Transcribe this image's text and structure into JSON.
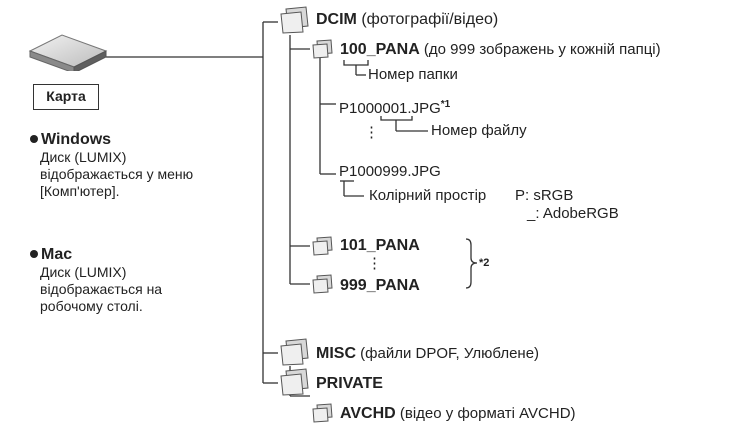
{
  "card": {
    "label": "Карта"
  },
  "windows": {
    "title": "Windows",
    "lines": [
      "Диск (LUMIX)",
      "відображається у меню",
      "[Комп'ютер]."
    ]
  },
  "mac": {
    "title": "Mac",
    "lines": [
      "Диск (LUMIX)",
      "відображається на",
      "робочому столі."
    ]
  },
  "tree": {
    "dcim": {
      "name": "DCIM",
      "desc": "(фотографії/відео)"
    },
    "pana100": {
      "name": "100_PANA",
      "desc": "(до 999 зображень у кожній папці)"
    },
    "folder_number_label": "Номер папки",
    "file1": {
      "name": "P1000001.JPG",
      "mark": "*1"
    },
    "dots1": "⋮",
    "file_number_label": "Номер файлу",
    "file2": {
      "name": "P1000999.JPG"
    },
    "color_space_label": "Колірний простір",
    "color_p": "P: sRGB",
    "color_u": "_: AdobeRGB",
    "pana101": {
      "name": "101_PANA"
    },
    "dots2": "⋮",
    "pana999": {
      "name": "999_PANA"
    },
    "mark2": "*2",
    "misc": {
      "name": "MISC",
      "desc": "(файли DPOF, Улюблене)"
    },
    "private": {
      "name": "PRIVATE"
    },
    "avchd": {
      "name": "AVCHD",
      "desc": "(відео у форматі AVCHD)"
    }
  }
}
